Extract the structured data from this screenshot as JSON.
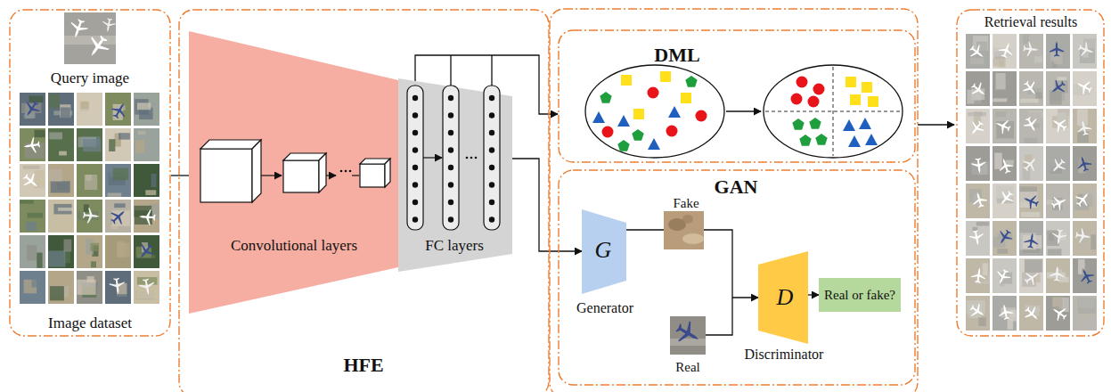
{
  "diagram": {
    "nodes": [
      {
        "text": [
          "Query image",
          "Image dataset"
        ]
      },
      {
        "text": [
          "HFE"
        ]
      },
      {
        "text": [
          "Convolutional layers"
        ],
        "in": 1
      },
      {
        "text": [
          "FC layers"
        ],
        "in": 1
      },
      {
        "text": [
          "DML"
        ]
      },
      {
        "text": [
          "GAN"
        ]
      },
      {
        "text": [
          "G",
          "Generator"
        ],
        "in": 5
      },
      {
        "text": [
          "D",
          "Discriminator"
        ],
        "in": 5
      },
      {
        "text": [
          "Real or fake?"
        ],
        "in": 5
      },
      {
        "text": [
          "Retrieval results"
        ]
      }
    ],
    "edges": [
      {
        "from": 0,
        "to": 2,
        "arrow": "to"
      },
      {
        "from": 3,
        "to": 4,
        "arrow": "to"
      },
      {
        "from": 3,
        "to": 6,
        "arrow": "to"
      },
      {
        "from": 6,
        "to": 7,
        "arrow": "to"
      },
      {
        "from": 7,
        "to": 8,
        "arrow": "to"
      }
    ],
    "labels": [
      "Fake",
      "Real"
    ]
  }
}
